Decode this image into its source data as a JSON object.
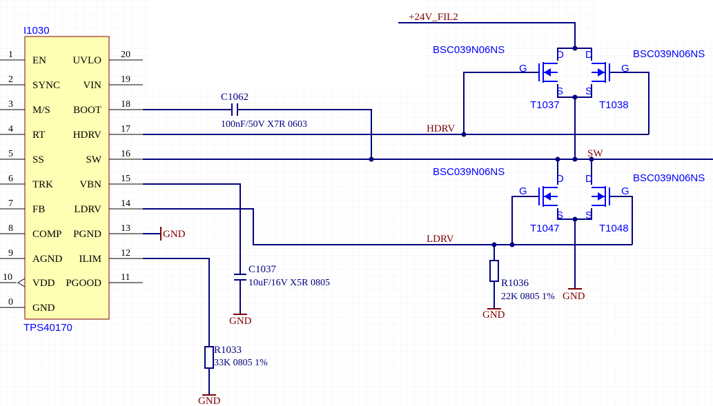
{
  "colors": {
    "wire": "#00007f",
    "component_text": "#0000ff",
    "power_port": "#7f0000",
    "ic_body_fill": "#ffffb4",
    "ic_body_border": "#7f0000",
    "background": "#ffffff"
  },
  "ic": {
    "designator": "I1030",
    "part": "TPS40170",
    "left_pins": [
      {
        "num": "1",
        "name": "EN"
      },
      {
        "num": "2",
        "name": "SYNC"
      },
      {
        "num": "3",
        "name": "M/S"
      },
      {
        "num": "4",
        "name": "RT"
      },
      {
        "num": "5",
        "name": "SS"
      },
      {
        "num": "6",
        "name": "TRK"
      },
      {
        "num": "7",
        "name": "FB"
      },
      {
        "num": "8",
        "name": "COMP"
      },
      {
        "num": "9",
        "name": "AGND"
      },
      {
        "num": "10",
        "name": "VDD"
      },
      {
        "num": "0",
        "name": "GND"
      }
    ],
    "right_pins": [
      {
        "num": "20",
        "name": "UVLO"
      },
      {
        "num": "19",
        "name": "VIN"
      },
      {
        "num": "18",
        "name": "BOOT"
      },
      {
        "num": "17",
        "name": "HDRV"
      },
      {
        "num": "16",
        "name": "SW"
      },
      {
        "num": "15",
        "name": "VBN"
      },
      {
        "num": "14",
        "name": "LDRV"
      },
      {
        "num": "13",
        "name": "PGND"
      },
      {
        "num": "12",
        "name": "ILIM"
      },
      {
        "num": "11",
        "name": "PGOOD"
      }
    ]
  },
  "nets": {
    "supply": "+24V_FIL2",
    "hdrv": "HDRV",
    "sw": "SW",
    "ldrv": "LDRV",
    "gnd": "GND"
  },
  "passives": {
    "c1062": {
      "ref": "C1062",
      "value": "100nF/50V X7R 0603"
    },
    "c1037": {
      "ref": "C1037",
      "value": "10uF/16V X5R 0805"
    },
    "r1033": {
      "ref": "R1033",
      "value": "33K 0805 1%"
    },
    "r1036": {
      "ref": "R1036",
      "value": "22K 0805 1%"
    }
  },
  "mosfets": [
    {
      "ref": "T1037",
      "part": "BSC039N06NS",
      "pins": {
        "g": "G",
        "d": "D",
        "s": "S"
      }
    },
    {
      "ref": "T1038",
      "part": "BSC039N06NS",
      "pins": {
        "g": "G",
        "d": "D",
        "s": "S"
      }
    },
    {
      "ref": "T1047",
      "part": "BSC039N06NS",
      "pins": {
        "g": "G",
        "d": "D",
        "s": "S"
      }
    },
    {
      "ref": "T1048",
      "part": "BSC039N06NS",
      "pins": {
        "g": "G",
        "d": "D",
        "s": "S"
      }
    }
  ]
}
